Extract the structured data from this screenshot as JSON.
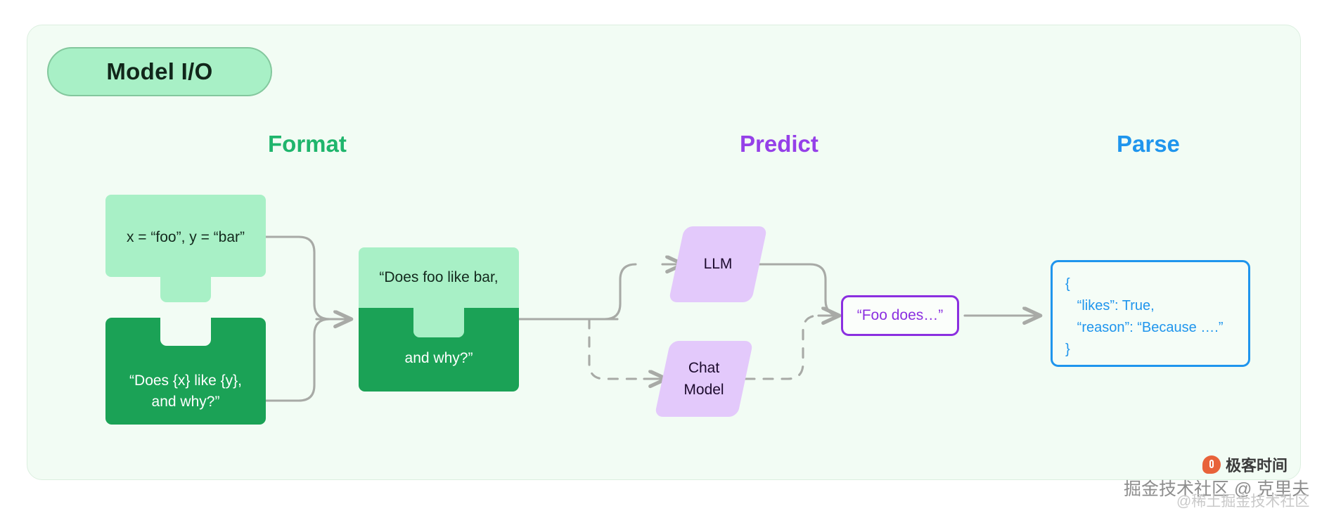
{
  "panel": {
    "title": "Model I/O",
    "background_color": "#f2fcf4",
    "border_color": "#dcefe0"
  },
  "columns": [
    {
      "label": "Format",
      "color": "#1fb56c"
    },
    {
      "label": "Predict",
      "color": "#9540e8"
    },
    {
      "label": "Parse",
      "color": "#1f95ed"
    }
  ],
  "format_stage": {
    "variables_piece": {
      "text": "x = “foo”, y = “bar”",
      "fill": "#a8f0c6"
    },
    "template_piece": {
      "text": "“Does {x} like {y},\nand why?”",
      "fill": "#1ba256"
    },
    "combined_piece": {
      "text_top": "“Does foo like bar,",
      "text_bottom": "and why?”",
      "fill_top": "#a8f0c6",
      "fill_bottom": "#1ba256"
    }
  },
  "predict_stage": {
    "models": [
      {
        "label": "LLM",
        "fill": "#e3c9fb",
        "connector": "solid"
      },
      {
        "label": "Chat\nModel",
        "fill": "#e3c9fb",
        "connector": "dashed"
      }
    ],
    "output": {
      "text": "“Foo does…”",
      "border_color": "#8b2fe0"
    }
  },
  "parse_stage": {
    "output": {
      "text": "{\n   “likes”: True,\n   “reason”: “Because ….”\n}",
      "border_color": "#1f95ed"
    }
  },
  "watermarks": {
    "brand": "极客时间",
    "community": "掘金技术社区 @ 克里夫",
    "community_sub": "@稀土掘金技术社区"
  }
}
